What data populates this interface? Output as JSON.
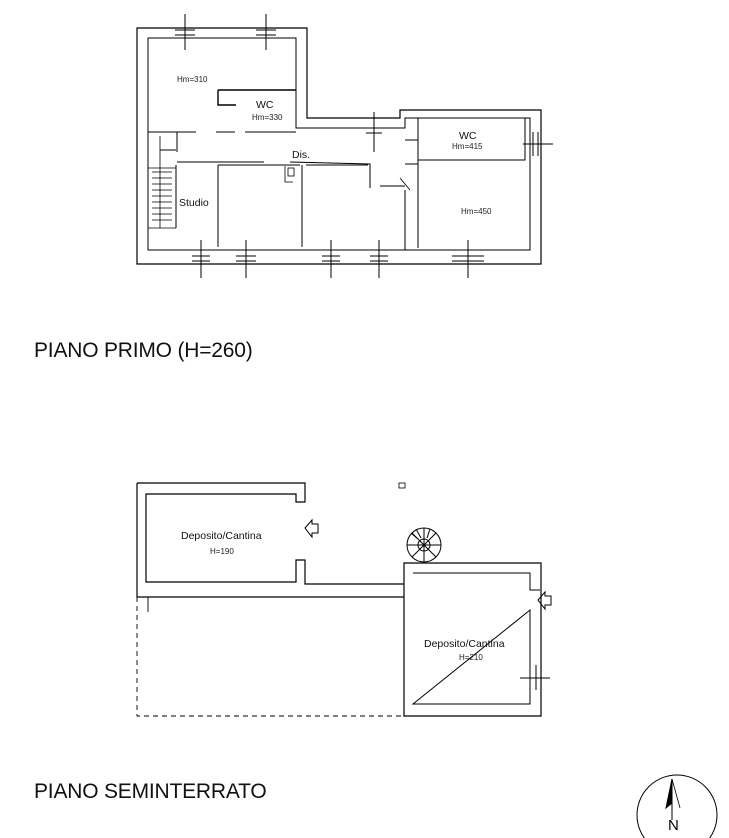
{
  "piano_primo": {
    "title": "PIANO PRIMO (H=260)",
    "labels": {
      "hm310": "Hm=310",
      "wc_left": "WC",
      "hm330": "Hm=330",
      "dis": "Dis.",
      "studio": "Studio",
      "wc_right": "WC",
      "hm415": "Hm=415",
      "hm450": "Hm=450"
    }
  },
  "piano_seminterrato": {
    "title": "PIANO SEMINTERRATO",
    "labels": {
      "deposito_1": "Deposito/Cantina",
      "h190": "H=190",
      "deposito_2": "Deposito/Cantina",
      "h210": "H=210"
    }
  },
  "compass": {
    "north": "N"
  }
}
